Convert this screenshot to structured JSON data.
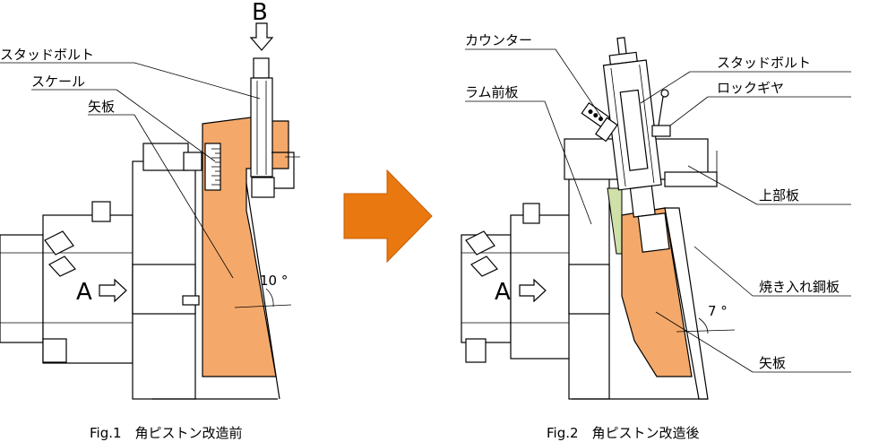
{
  "colors": {
    "piece_orange": "#f4a96a",
    "arrow_orange": "#e8780f",
    "guide_green": "#cfe0a8",
    "line": "#000000"
  },
  "fig1": {
    "label_B": "B",
    "label_A": "A",
    "stud_bolt": "スタッドボルト",
    "scale": "スケール",
    "yaita": "矢板",
    "angle": "10 °",
    "caption": "Fig.1　角ピストン改造前"
  },
  "fig2": {
    "counter": "カウンター",
    "ram_front_plate": "ラム前板",
    "stud_bolt": "スタッドボルト",
    "lock_gear": "ロックギヤ",
    "top_plate": "上部板",
    "hardened_plate": "焼き入れ鋼板",
    "label_A": "A",
    "angle": "7 °",
    "yaita": "矢板",
    "caption": "Fig.2　角ピストン改造後"
  },
  "icons": {
    "arrow_down": "arrow-down-icon",
    "arrow_right_outline": "arrow-right-outline-icon",
    "arrow_big_right": "big-orange-arrow-icon"
  }
}
